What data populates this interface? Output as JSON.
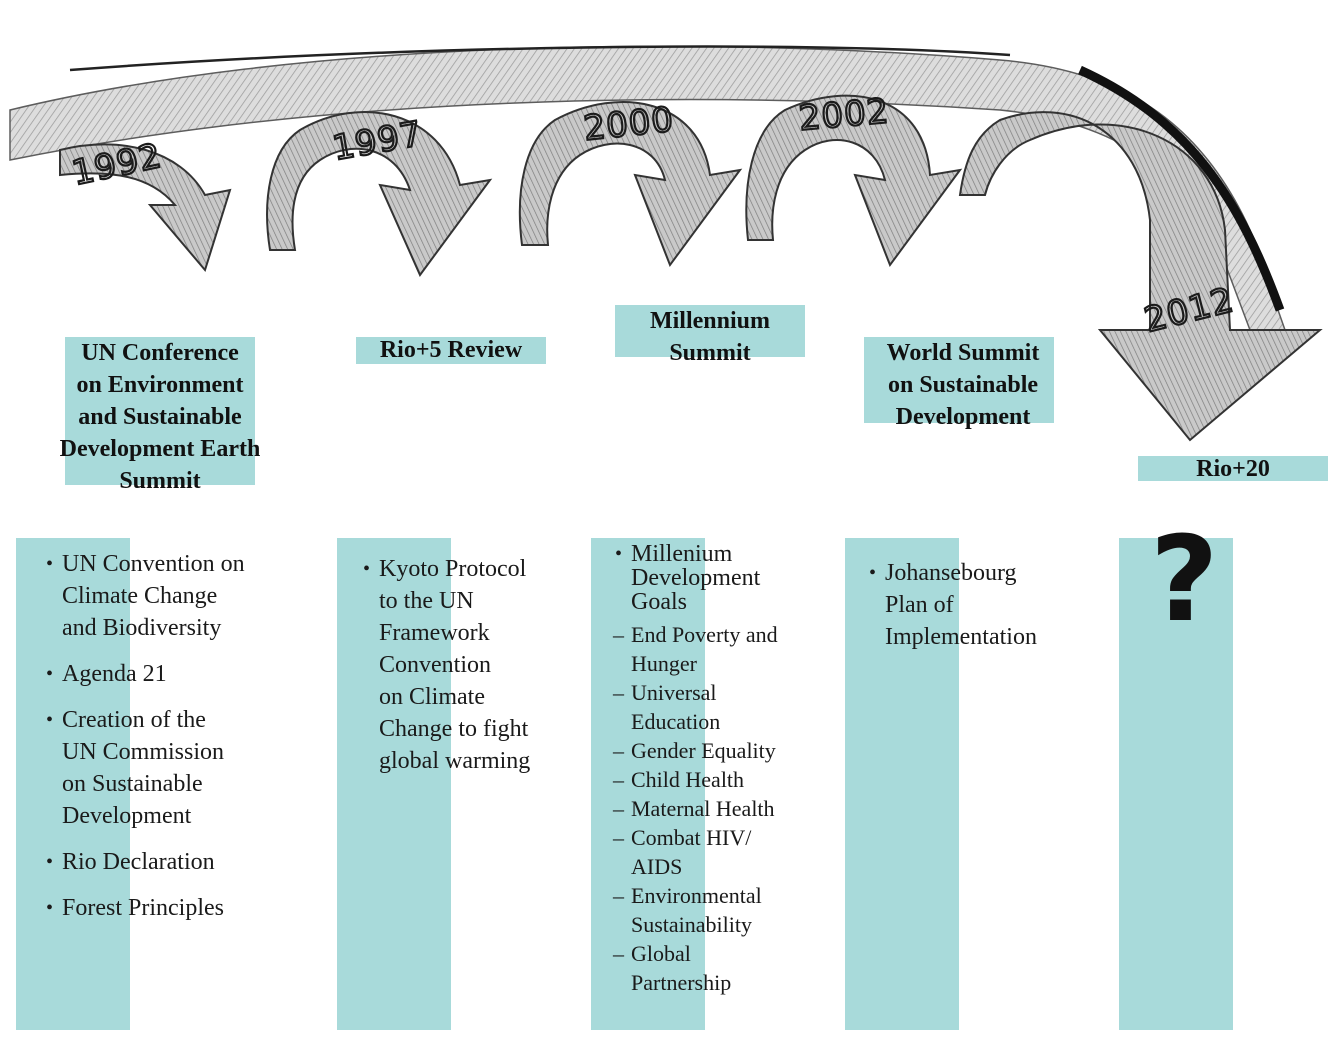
{
  "colors": {
    "accent": "#a8dada",
    "pencil": "#6a6a6a",
    "ink": "#111111"
  },
  "timeline": {
    "years": [
      "1992",
      "1997",
      "2000",
      "2002",
      "2012"
    ]
  },
  "events": [
    {
      "title": "UN Conference\non Environment\nand Sustainable\nDevelopment Earth\nSummit",
      "items": [
        {
          "kind": "bullet",
          "text": "UN Convention on\nClimate Change\nand Biodiversity"
        },
        {
          "kind": "bullet",
          "text": " Agenda 21"
        },
        {
          "kind": "bullet",
          "text": "Creation of the\nUN Commission\non Sustainable\nDevelopment"
        },
        {
          "kind": "bullet",
          "text": "Rio Declaration"
        },
        {
          "kind": "bullet",
          "text": "Forest Principles"
        }
      ]
    },
    {
      "title": "Rio+5 Review",
      "items": [
        {
          "kind": "bullet",
          "text": "Kyoto Protocol\nto the UN\nFramework\nConvention\non Climate\nChange to fight\nglobal warming"
        }
      ]
    },
    {
      "title": "Millennium\nSummit",
      "items": [
        {
          "kind": "bullet",
          "text": "Millenium\nDevelopment\nGoals"
        },
        {
          "kind": "dash",
          "text": "End Poverty and\nHunger"
        },
        {
          "kind": "dash",
          "text": "Universal\nEducation"
        },
        {
          "kind": "dash",
          "text": "Gender Equality"
        },
        {
          "kind": "dash",
          "text": "Child Health"
        },
        {
          "kind": "dash",
          "text": "Maternal Health"
        },
        {
          "kind": "dash",
          "text": "Combat HIV/\nAIDS"
        },
        {
          "kind": "dash",
          "text": "Environmental\nSustainability"
        },
        {
          "kind": "dash",
          "text": "Global\nPartnership"
        }
      ]
    },
    {
      "title": "World Summit\non Sustainable\nDevelopment",
      "items": [
        {
          "kind": "bullet",
          "text": "Johansebourg\nPlan of\nImplementation"
        }
      ]
    },
    {
      "title": "Rio+20",
      "items": [],
      "question_mark": "?"
    }
  ]
}
